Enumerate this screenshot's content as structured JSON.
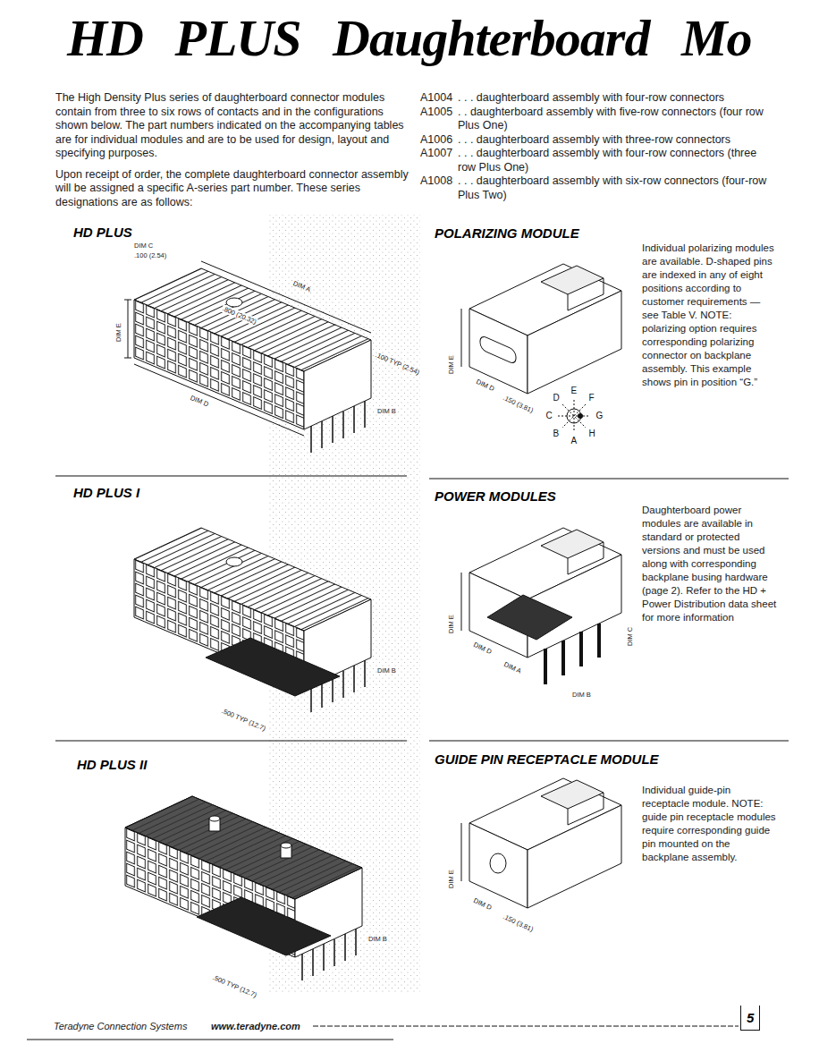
{
  "diagram": {
    "title": "HD PLUS Daughterboard Mo",
    "nodes": [
      {
        "text": [
          "5"
        ]
      }
    ],
    "labels": [
      "The High Density Plus series of daughterboard connector modules contain from three to six rows of contacts and in the configurations shown below. The part numbers indicated on the accompanying tables are for individual modules and are to be used for design, layout and specifying purposes.",
      "Upon receipt of order, the complete daughterboard connector assembly will be assigned a specific A-series part number. These series designations are as follows:",
      "A1004",
      ". . . daughterboard assembly with four-row connectors",
      "A1005",
      ". . daughterboard assembly with five-row connectors (four row Plus One)",
      "A1006",
      ". . . daughterboard assembly with three-row connectors",
      "A1007",
      ". . . daughterboard assembly with four-row connectors (three row Plus One)",
      "A1008",
      ". . . daughterboard assembly with six-row connectors (four-row Plus Two)",
      "HD PLUS",
      "POLARIZING MODULE",
      "Individual polarizing modules are available. D-shaped pins are indexed in any of eight positions according to customer requirements — see Table V. NOTE: polarizing option requires corresponding polarizing connector on backplane assembly. This example shows pin in position “G.”",
      "HD PLUS I",
      "POWER MODULES",
      "Daughterboard power modules are available in standard or protected versions and must be used along with corresponding backplane busing hardware (page 2). Refer to the HD + Power Distribution data sheet for more information",
      "HD PLUS II",
      "GUIDE PIN RECEPTACLE MODULE",
      "Individual guide-pin receptacle module. NOTE: guide pin receptacle modules require corresponding guide pin mounted on the backplane assembly.",
      "Teradyne Connection Systems",
      "www.teradyne.com",
      "DIM C",
      ".100 (2.54)",
      "DIM A",
      ".800 (20.32)",
      ".100 TYP (2.54)",
      "DIM E",
      "DIM D",
      "DIM B",
      "DIM E",
      "DIM D",
      ".150 (3.81)",
      "D",
      "E",
      "F",
      "C",
      "G",
      "B",
      "A",
      "H",
      ".500 TYP (12.7)",
      "DIM B",
      "DIM E",
      "DIM D",
      "DIM A",
      "DIM B",
      "DIM C",
      ".500 TYP (12.7)",
      "DIM B",
      "DIM E",
      "DIM D",
      ".150 (3.81)"
    ]
  }
}
